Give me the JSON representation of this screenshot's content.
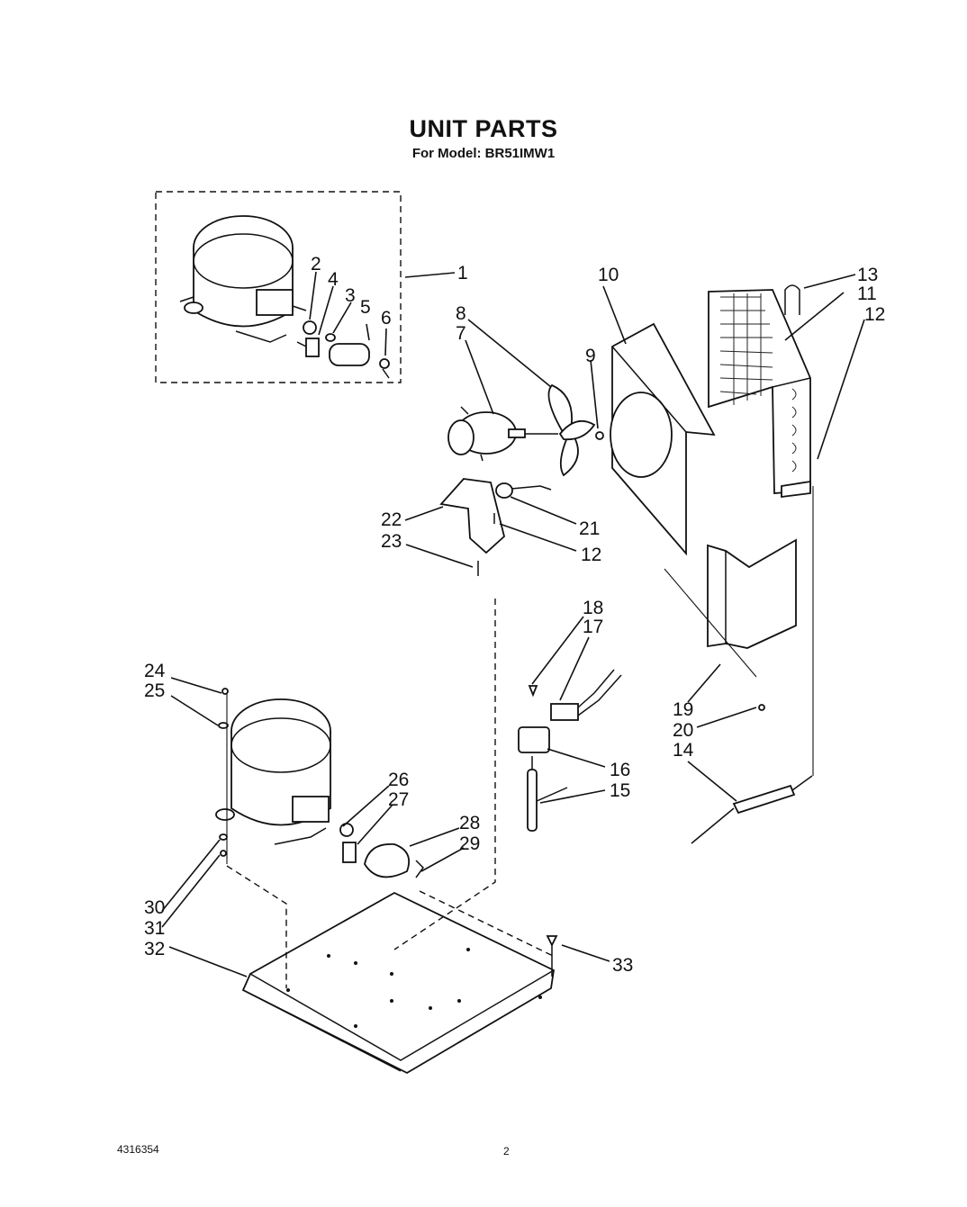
{
  "title": "UNIT PARTS",
  "subtitle": "For Model: BR51IMW1",
  "footer": {
    "code": "4316354",
    "page": "2"
  },
  "callouts": {
    "c1": "1",
    "c2": "2",
    "c3": "3",
    "c4": "4",
    "c5": "5",
    "c6": "6",
    "c7": "7",
    "c8": "8",
    "c9": "9",
    "c10": "10",
    "c11": "11",
    "c12a": "12",
    "c12b": "12",
    "c13": "13",
    "c14": "14",
    "c15": "15",
    "c16": "16",
    "c17": "17",
    "c18": "18",
    "c19": "19",
    "c20": "20",
    "c21": "21",
    "c22": "22",
    "c23": "23",
    "c24": "24",
    "c25": "25",
    "c26": "26",
    "c27": "27",
    "c28": "28",
    "c29": "29",
    "c30": "30",
    "c31": "31",
    "c32": "32",
    "c33": "33"
  }
}
